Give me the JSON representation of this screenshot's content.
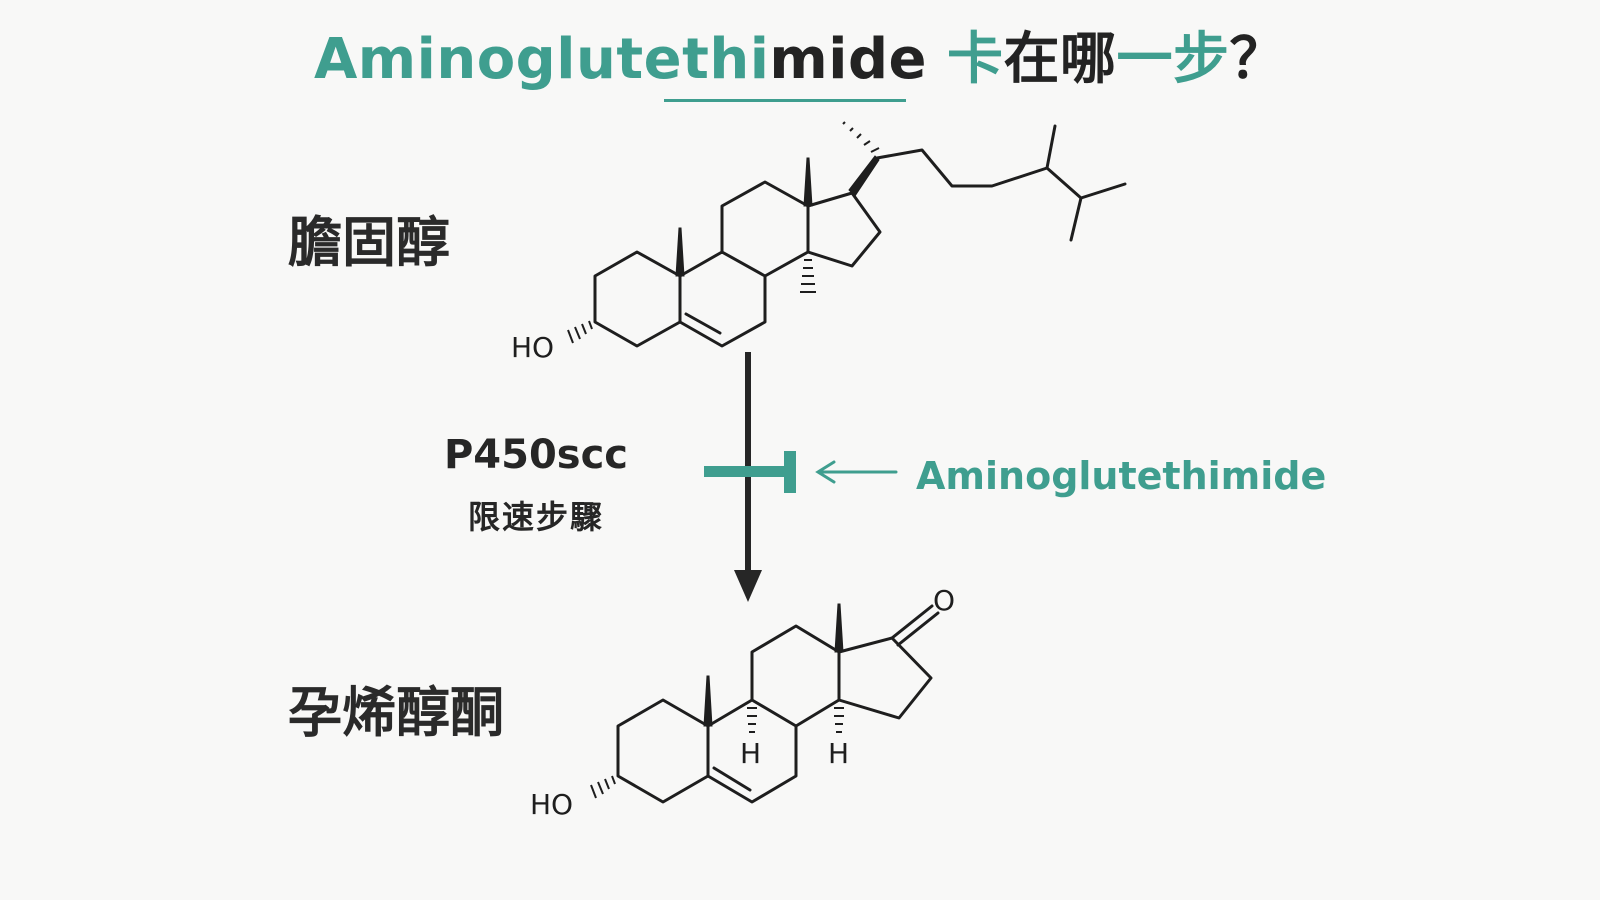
{
  "title": {
    "teal_part": "Aminoglutethi",
    "dark_part": "mide",
    "cjk_teal_1": "卡",
    "cjk_dark": "在哪",
    "cjk_teal_2": "一步",
    "question_mark": "？"
  },
  "compounds": {
    "substrate_name": "膽固醇",
    "product_name": "孕烯醇酮"
  },
  "reaction": {
    "enzyme": "P450scc",
    "enzyme_note": "限速步驟",
    "inhibitor": "Aminoglutethimide"
  },
  "atoms": {
    "substrate_hydroxyl": "HO",
    "product_hydroxyl": "HO",
    "product_oxygen": "O",
    "product_h9": "H",
    "product_h14": "H"
  },
  "colors": {
    "accent": "#3f9e8f",
    "dark": "#232323",
    "bond": "#1e1e1e"
  }
}
